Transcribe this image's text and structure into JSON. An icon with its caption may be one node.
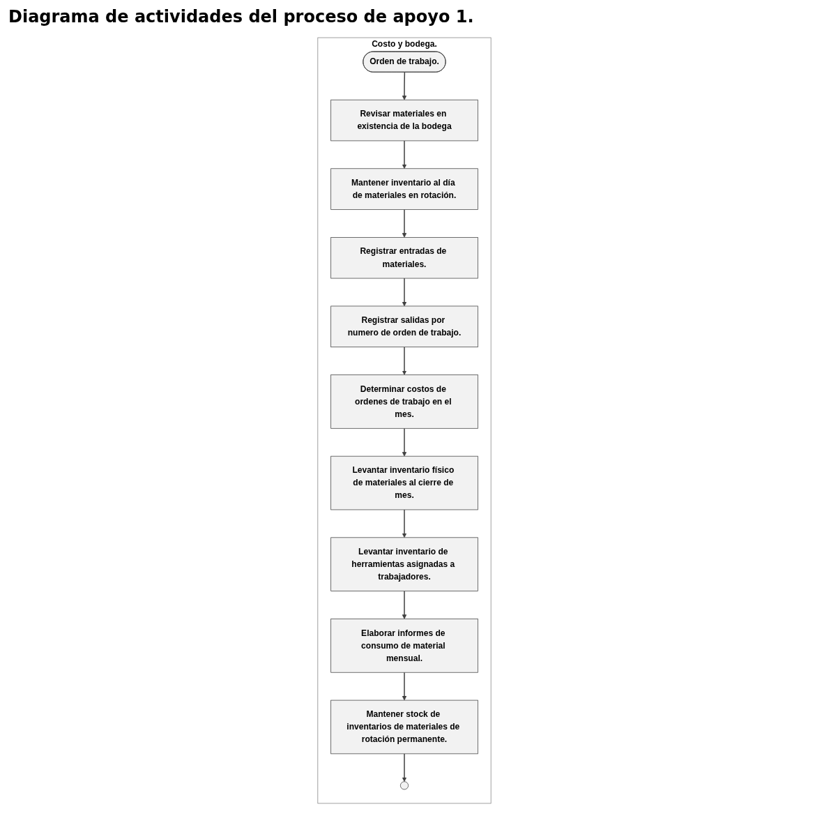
{
  "diagram": {
    "title": "Diagrama de actividades del proceso de apoyo 1.",
    "nodes": [
      {
        "text": [
          "Costo y bodega."
        ]
      },
      {
        "text": [
          "Orden de trabajo."
        ],
        "in": 0
      },
      {
        "text": [
          "Revisar materiales en existencia de la bodega"
        ],
        "in": 0
      },
      {
        "text": [
          "Mantener inventario al día de materiales en rotación."
        ],
        "in": 0
      },
      {
        "text": [
          "Registrar entradas de materiales."
        ],
        "in": 0
      },
      {
        "text": [
          "Registrar salidas por numero de orden de trabajo."
        ],
        "in": 0
      },
      {
        "text": [
          "Determinar costos de ordenes de trabajo en el mes."
        ],
        "in": 0
      },
      {
        "text": [
          "Levantar inventario físico de materiales al cierre de mes."
        ],
        "in": 0
      },
      {
        "text": [
          "Levantar inventario de herramientas asignadas a trabajadores."
        ],
        "in": 0
      },
      {
        "text": [
          "Elaborar informes de consumo de material mensual."
        ],
        "in": 0
      },
      {
        "text": [
          "Mantener stock de inventarios de materiales de rotación permanente."
        ],
        "in": 0
      },
      {
        "text": [],
        "shape": "circle",
        "in": 0
      }
    ],
    "edges": [
      {
        "from": 1,
        "to": 2,
        "arrow": "to"
      },
      {
        "from": 2,
        "to": 3,
        "arrow": "to"
      },
      {
        "from": 3,
        "to": 4,
        "arrow": "to"
      },
      {
        "from": 4,
        "to": 5,
        "arrow": "to"
      },
      {
        "from": 5,
        "to": 6,
        "arrow": "to"
      },
      {
        "from": 6,
        "to": 7,
        "arrow": "to"
      },
      {
        "from": 7,
        "to": 8,
        "arrow": "to"
      },
      {
        "from": 8,
        "to": 9,
        "arrow": "to"
      },
      {
        "from": 9,
        "to": 10,
        "arrow": "to"
      },
      {
        "from": 10,
        "to": 11,
        "arrow": "to"
      }
    ]
  }
}
